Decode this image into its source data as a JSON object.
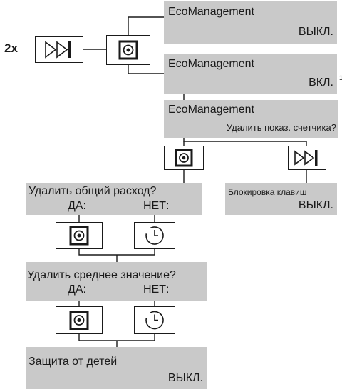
{
  "icons": {
    "ok_button": "select-ok-icon",
    "skip_button": "skip-forward-icon",
    "timer_button": "clock-timer-icon"
  },
  "repeat_label": "2x",
  "footnote_marker": "1",
  "menu": {
    "eco_off": {
      "title": "EcoManagement",
      "value": "ВЫКЛ."
    },
    "eco_on": {
      "title": "EcoManagement",
      "value": "ВКЛ."
    },
    "eco_reset": {
      "title": "EcoManagement",
      "value": "Удалить показ. счетчика?"
    },
    "key_lock": {
      "title": "Блокировка клавиш",
      "value": "ВЫКЛ."
    },
    "delete_total": {
      "title": "Удалить общий расход?",
      "yes": "ДА:",
      "no": "НЕТ:"
    },
    "delete_average": {
      "title": "Удалить среднее значение?",
      "yes": "ДА:",
      "no": "НЕТ:"
    },
    "child_lock": {
      "title": "Защита от детей",
      "value": "ВЫКЛ."
    }
  }
}
